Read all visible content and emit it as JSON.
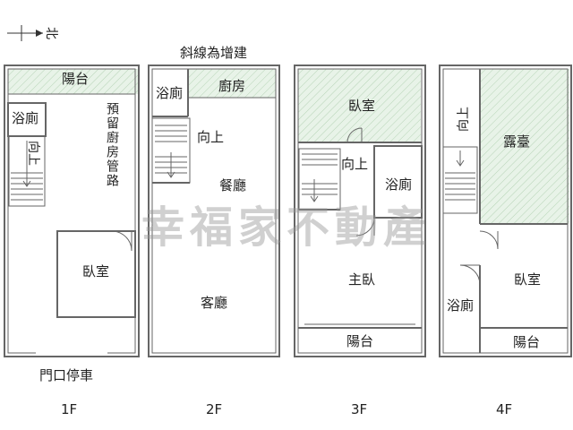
{
  "compass": {
    "label": "北"
  },
  "note": "斜線為增建",
  "watermark": "幸福家不動產",
  "floors": [
    {
      "id": "1F",
      "label": "1F",
      "rooms": {
        "balcony": "陽台",
        "bath": "浴廁",
        "bedroom": "臥室",
        "reserved": "預留廚房管路",
        "stair": "向上",
        "parking": "門口停車"
      }
    },
    {
      "id": "2F",
      "label": "2F",
      "rooms": {
        "bath": "浴廁",
        "kitchen": "廚房",
        "stair": "向上",
        "dining": "餐廳",
        "living": "客廳"
      }
    },
    {
      "id": "3F",
      "label": "3F",
      "rooms": {
        "bedroom": "臥室",
        "stair": "向上",
        "bath": "浴廁",
        "master": "主臥",
        "balcony": "陽台"
      }
    },
    {
      "id": "4F",
      "label": "4F",
      "rooms": {
        "stair": "向上",
        "terrace": "露臺",
        "bath": "浴廁",
        "bedroom": "臥室",
        "balcony": "陽台"
      }
    }
  ]
}
